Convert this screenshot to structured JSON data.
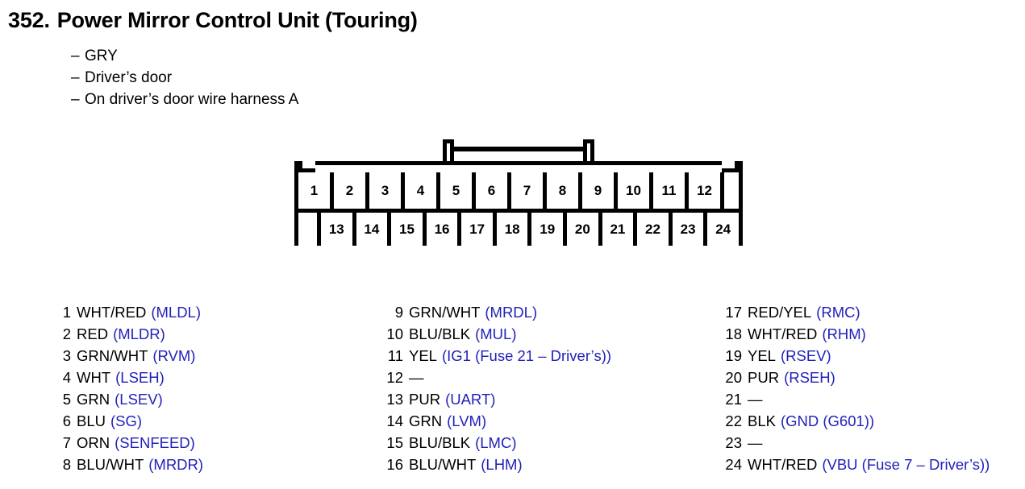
{
  "title": {
    "number": "352.",
    "text": "Power Mirror Control Unit (Touring)"
  },
  "subtitle_items": [
    {
      "dash": "–",
      "text": "GRY"
    },
    {
      "dash": "–",
      "text": "Driver’s door"
    },
    {
      "dash": "–",
      "text": "On driver’s door wire harness A"
    }
  ],
  "connector": {
    "top_row": [
      "1",
      "2",
      "3",
      "4",
      "5",
      "6",
      "7",
      "8",
      "9",
      "10",
      "11",
      "12"
    ],
    "bottom_row": [
      "13",
      "14",
      "15",
      "16",
      "17",
      "18",
      "19",
      "20",
      "21",
      "22",
      "23",
      "24"
    ]
  },
  "colors": {
    "signal_blue": "#2222bb",
    "text_black": "#000000",
    "background": "#ffffff"
  },
  "pin_list": {
    "columns": [
      {
        "entries": [
          {
            "no": "1",
            "wire": "WHT/RED",
            "signal": "(MLDL)"
          },
          {
            "no": "2",
            "wire": "RED",
            "signal": "(MLDR)"
          },
          {
            "no": "3",
            "wire": "GRN/WHT",
            "signal": "(RVM)"
          },
          {
            "no": "4",
            "wire": "WHT",
            "signal": "(LSEH)"
          },
          {
            "no": "5",
            "wire": "GRN",
            "signal": "(LSEV)"
          },
          {
            "no": "6",
            "wire": "BLU",
            "signal": "(SG)"
          },
          {
            "no": "7",
            "wire": "ORN",
            "signal": "(SENFEED)"
          },
          {
            "no": "8",
            "wire": "BLU/WHT",
            "signal": "(MRDR)"
          }
        ]
      },
      {
        "entries": [
          {
            "no": "9",
            "wire": "GRN/WHT",
            "signal": "(MRDL)"
          },
          {
            "no": "10",
            "wire": "BLU/BLK",
            "signal": "(MUL)"
          },
          {
            "no": "11",
            "wire": "YEL",
            "signal": "(IG1 (Fuse 21 – Driver’s))"
          },
          {
            "no": "12",
            "wire": "—",
            "signal": ""
          },
          {
            "no": "13",
            "wire": "PUR",
            "signal": "(UART)"
          },
          {
            "no": "14",
            "wire": "GRN",
            "signal": "(LVM)"
          },
          {
            "no": "15",
            "wire": "BLU/BLK",
            "signal": "(LMC)"
          },
          {
            "no": "16",
            "wire": "BLU/WHT",
            "signal": "(LHM)"
          }
        ]
      },
      {
        "entries": [
          {
            "no": "17",
            "wire": "RED/YEL",
            "signal": "(RMC)"
          },
          {
            "no": "18",
            "wire": "WHT/RED",
            "signal": "(RHM)"
          },
          {
            "no": "19",
            "wire": "YEL",
            "signal": "(RSEV)"
          },
          {
            "no": "20",
            "wire": "PUR",
            "signal": "(RSEH)"
          },
          {
            "no": "21",
            "wire": "—",
            "signal": ""
          },
          {
            "no": "22",
            "wire": "BLK",
            "signal": "(GND (G601))"
          },
          {
            "no": "23",
            "wire": "—",
            "signal": ""
          },
          {
            "no": "24",
            "wire": "WHT/RED",
            "signal": "(VBU (Fuse 7 – Driver’s))"
          }
        ]
      }
    ]
  }
}
